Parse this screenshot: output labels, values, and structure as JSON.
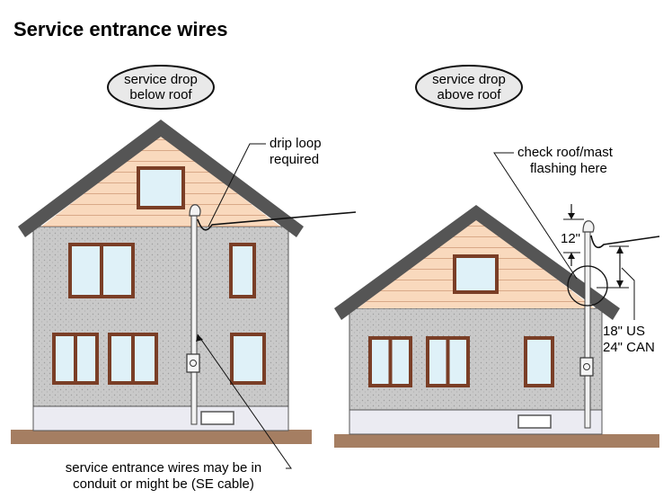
{
  "title": "Service entrance wires",
  "badges": {
    "left": {
      "line1": "service drop",
      "line2": "below roof"
    },
    "right": {
      "line1": "service drop",
      "line2": "above roof"
    }
  },
  "callouts": {
    "drip_loop": {
      "line1": "drip loop",
      "line2": "required"
    },
    "flashing": {
      "line1": "check roof/mast",
      "line2": "flashing here"
    },
    "clearance": "12\"",
    "height": {
      "line1": "18\" US",
      "line2": "24\" CAN"
    },
    "wires": {
      "line1": "service entrance wires may be in",
      "line2": "conduit or might be (SE cable)"
    }
  },
  "colors": {
    "siding": "#f9d9bd",
    "stucco": "#c8c8c8",
    "roof": "#555555",
    "foundation": "#ebebf2",
    "ground": "#a57e62",
    "window_glass": "#dff1f8",
    "window_frame": "#7a3e26"
  }
}
